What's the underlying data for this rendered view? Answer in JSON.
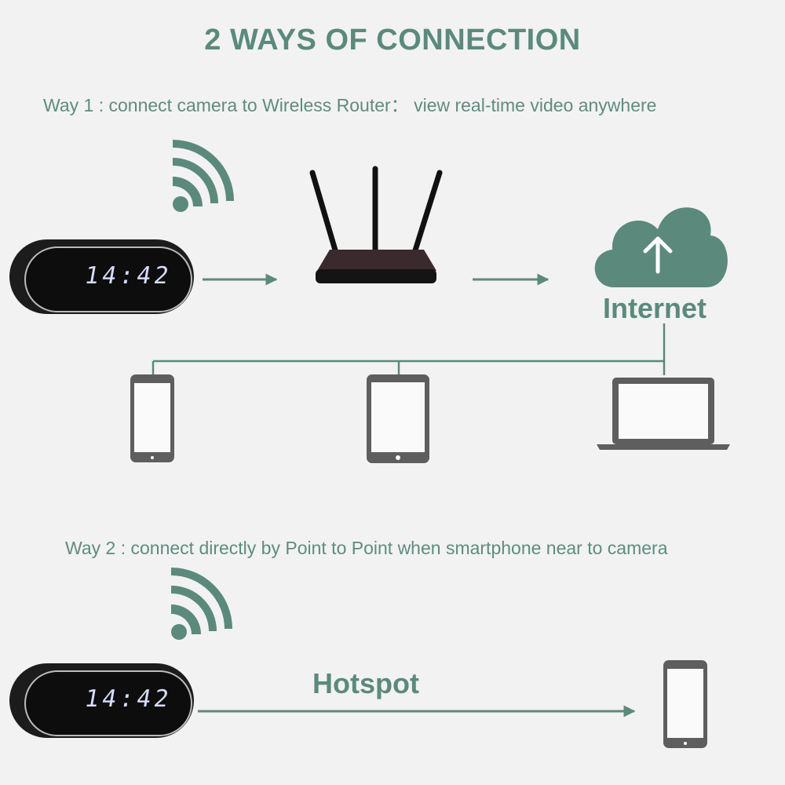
{
  "title": "2 WAYS OF CONNECTION",
  "way1": {
    "text": "Way 1 : connect camera to Wireless Router： view real-time video anywhere",
    "clock_time": "14:42",
    "internet_label": "Internet"
  },
  "way2": {
    "text": "Way 2 : connect directly by Point to Point when smartphone near to camera",
    "clock_time": "14:42",
    "hotspot_label": "Hotspot"
  },
  "colors": {
    "accent": "#5b8a7c",
    "device": "#5e5e5e",
    "background": "#f2f2f2"
  }
}
